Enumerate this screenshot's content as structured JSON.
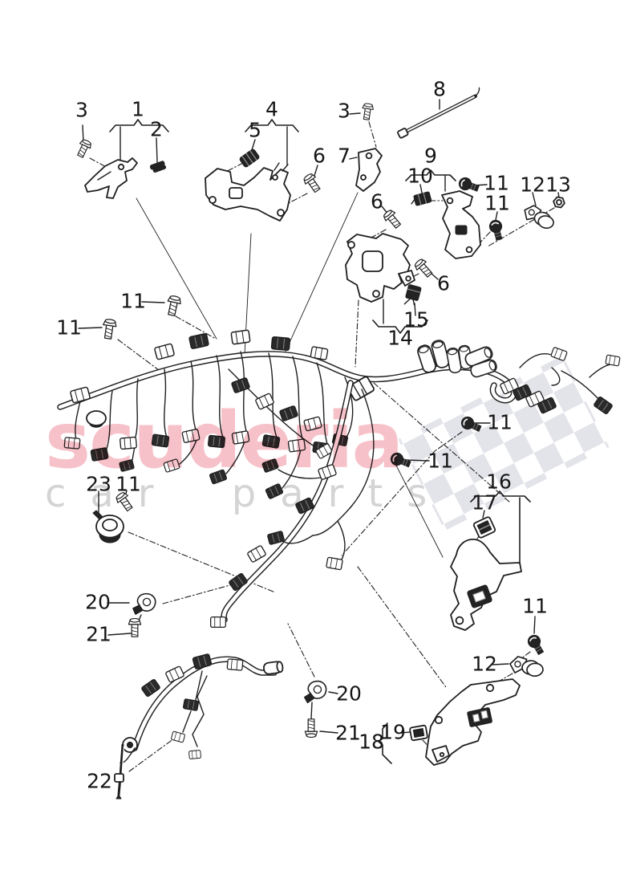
{
  "watermark": {
    "line1": "scuderia",
    "line2": "car parts"
  },
  "colors": {
    "watermark_pink": "#e65d72",
    "watermark_gray": "#d4d4d4",
    "flag_gray": "#e3e4ea",
    "line_art": "#1f1f1f"
  },
  "callouts": [
    "3",
    "1",
    "2",
    "4",
    "5",
    "6",
    "3",
    "7",
    "8",
    "9",
    "10",
    "11",
    "12",
    "13",
    "11",
    "6",
    "6",
    "15",
    "14",
    "11",
    "11",
    "11",
    "11",
    "23",
    "11",
    "16",
    "17",
    "20",
    "21",
    "20",
    "21",
    "11",
    "12",
    "19",
    "18",
    "22"
  ]
}
